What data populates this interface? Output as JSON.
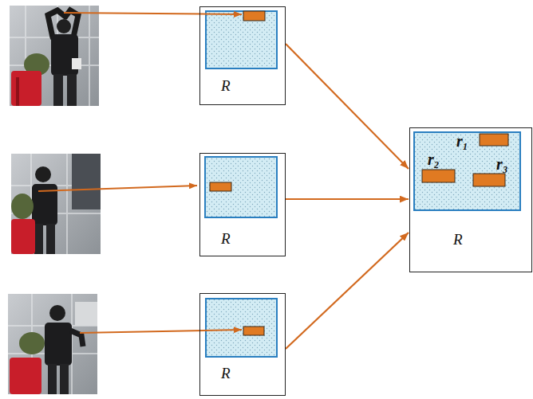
{
  "diagram": {
    "nodes": [
      {
        "text": [
          "R"
        ]
      },
      {
        "text": [
          "R"
        ]
      },
      {
        "text": [
          "R"
        ]
      },
      {
        "text": [
          "r₁",
          "r₂",
          "r₃",
          "R"
        ]
      }
    ],
    "edges": [
      {
        "from": 0,
        "to": 3,
        "arrow": "to"
      },
      {
        "from": 1,
        "to": 3,
        "arrow": "to"
      },
      {
        "from": 2,
        "to": 3,
        "arrow": "to"
      }
    ]
  }
}
